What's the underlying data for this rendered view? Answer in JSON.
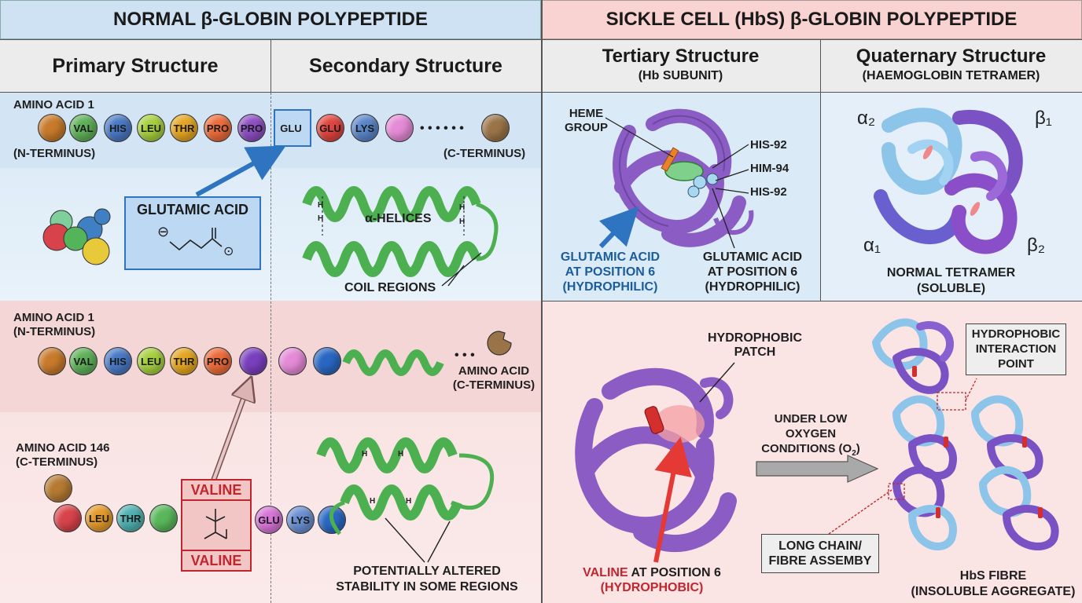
{
  "colors": {
    "normal_bg": "#dcebf7",
    "sickle_bg": "#fbe3e3",
    "helix_green": "#4caf50",
    "protein_purple": "#8a5cc4",
    "protein_blue": "#8cc4ea",
    "valine_red": "#c0262d",
    "glutamic_blue": "#1b5d9c"
  },
  "headers": {
    "normal": "NORMAL β-GLOBIN POLYPEPTIDE",
    "sickle": "SICKLE CELL (HbS) β-GLOBIN POLYPEPTIDE"
  },
  "columns": {
    "primary": "Primary Structure",
    "secondary": "Secondary Structure",
    "tertiary": "Tertiary Structure",
    "tertiary_sub": "(Hb SUBUNIT)",
    "quaternary": "Quaternary Structure",
    "quaternary_sub": "(HAEMOGLOBIN TETRAMER)"
  },
  "normal_primary": {
    "amino_acid_1": "AMINO ACID 1",
    "n_terminus": "(N-TERMINUS)",
    "c_terminus": "(C-TERMINUS)",
    "ellipsis": "• • •   • • •",
    "beads": [
      "",
      "VAL",
      "HIS",
      "LEU",
      "THR",
      "PRO",
      "PRO",
      "GLU",
      "GLU",
      "LYS",
      "",
      ""
    ],
    "glutamic_acid_label": "GLUTAMIC ACID",
    "glutamic_charge": "⊖",
    "glutamic_charge_end": "⊙"
  },
  "normal_secondary": {
    "helices_label": "α-HELICES",
    "coil_label": "COIL REGIONS",
    "h_mark": "H"
  },
  "normal_tertiary": {
    "heme_group": "HEME\nGROUP",
    "his_92_a": "HIS-92",
    "him_94": "HIM-94",
    "his_92_b": "HIS-92",
    "glu_left_1": "GLUTAMIC ACID",
    "glu_left_2": "AT POSITION 6",
    "glu_left_3": "(HYDROPHILIC)",
    "glu_right_1": "GLUTAMIC ACID",
    "glu_right_2": "AT POSITION 6",
    "glu_right_3": "(HYDROPHILIC)"
  },
  "normal_quaternary": {
    "alpha2": "α₂",
    "beta1": "β₁",
    "alpha1": "α₁",
    "beta2": "β₂",
    "caption_1": "NORMAL TETRAMER",
    "caption_2": "(SOLUBLE)"
  },
  "sickle_primary": {
    "amino_acid_1": "AMINO ACID 1",
    "n_terminus": "(N-TERMINUS)",
    "beads": [
      "",
      "VAL",
      "HIS",
      "LEU",
      "THR",
      "PRO",
      "",
      "",
      ""
    ],
    "ellipsis": "• • •",
    "amino_acid_c": "AMINO ACID",
    "c_terminus": "(C-TERMINUS)",
    "amino_acid_146": "AMINO ACID 146",
    "c_terminus_146": "(C-TERMINUS)",
    "lower_beads": [
      "",
      "",
      "LEU",
      "THR",
      "",
      "GLU",
      "LYS",
      ""
    ],
    "valine_top": "VALINE",
    "valine_bottom": "VALINE"
  },
  "sickle_secondary": {
    "h_mark": "H",
    "stability_1": "POTENTIALLY ALTERED",
    "stability_2": "STABILITY IN SOME REGIONS"
  },
  "sickle_tertiary": {
    "patch_1": "HYDROPHOBIC",
    "patch_2": "PATCH",
    "valine_word": "VALINE",
    "valine_rest": " AT POSITION 6",
    "valine_sub": "(HYDROPHOBIC)",
    "conditions_1": "UNDER LOW",
    "conditions_2": "OXYGEN",
    "conditions_3": "CONDITIONS (O",
    "conditions_sub": "2",
    "conditions_end": ")"
  },
  "sickle_quaternary": {
    "interaction_1": "HYDROPHOBIC",
    "interaction_2": "INTERACTION",
    "interaction_3": "POINT",
    "chain_1": "LONG CHAIN/",
    "chain_2": "FIBRE ASSEMBY",
    "fibre_1": "HbS FIBRE",
    "fibre_2": "(INSOLUBLE AGGREGATE)"
  }
}
